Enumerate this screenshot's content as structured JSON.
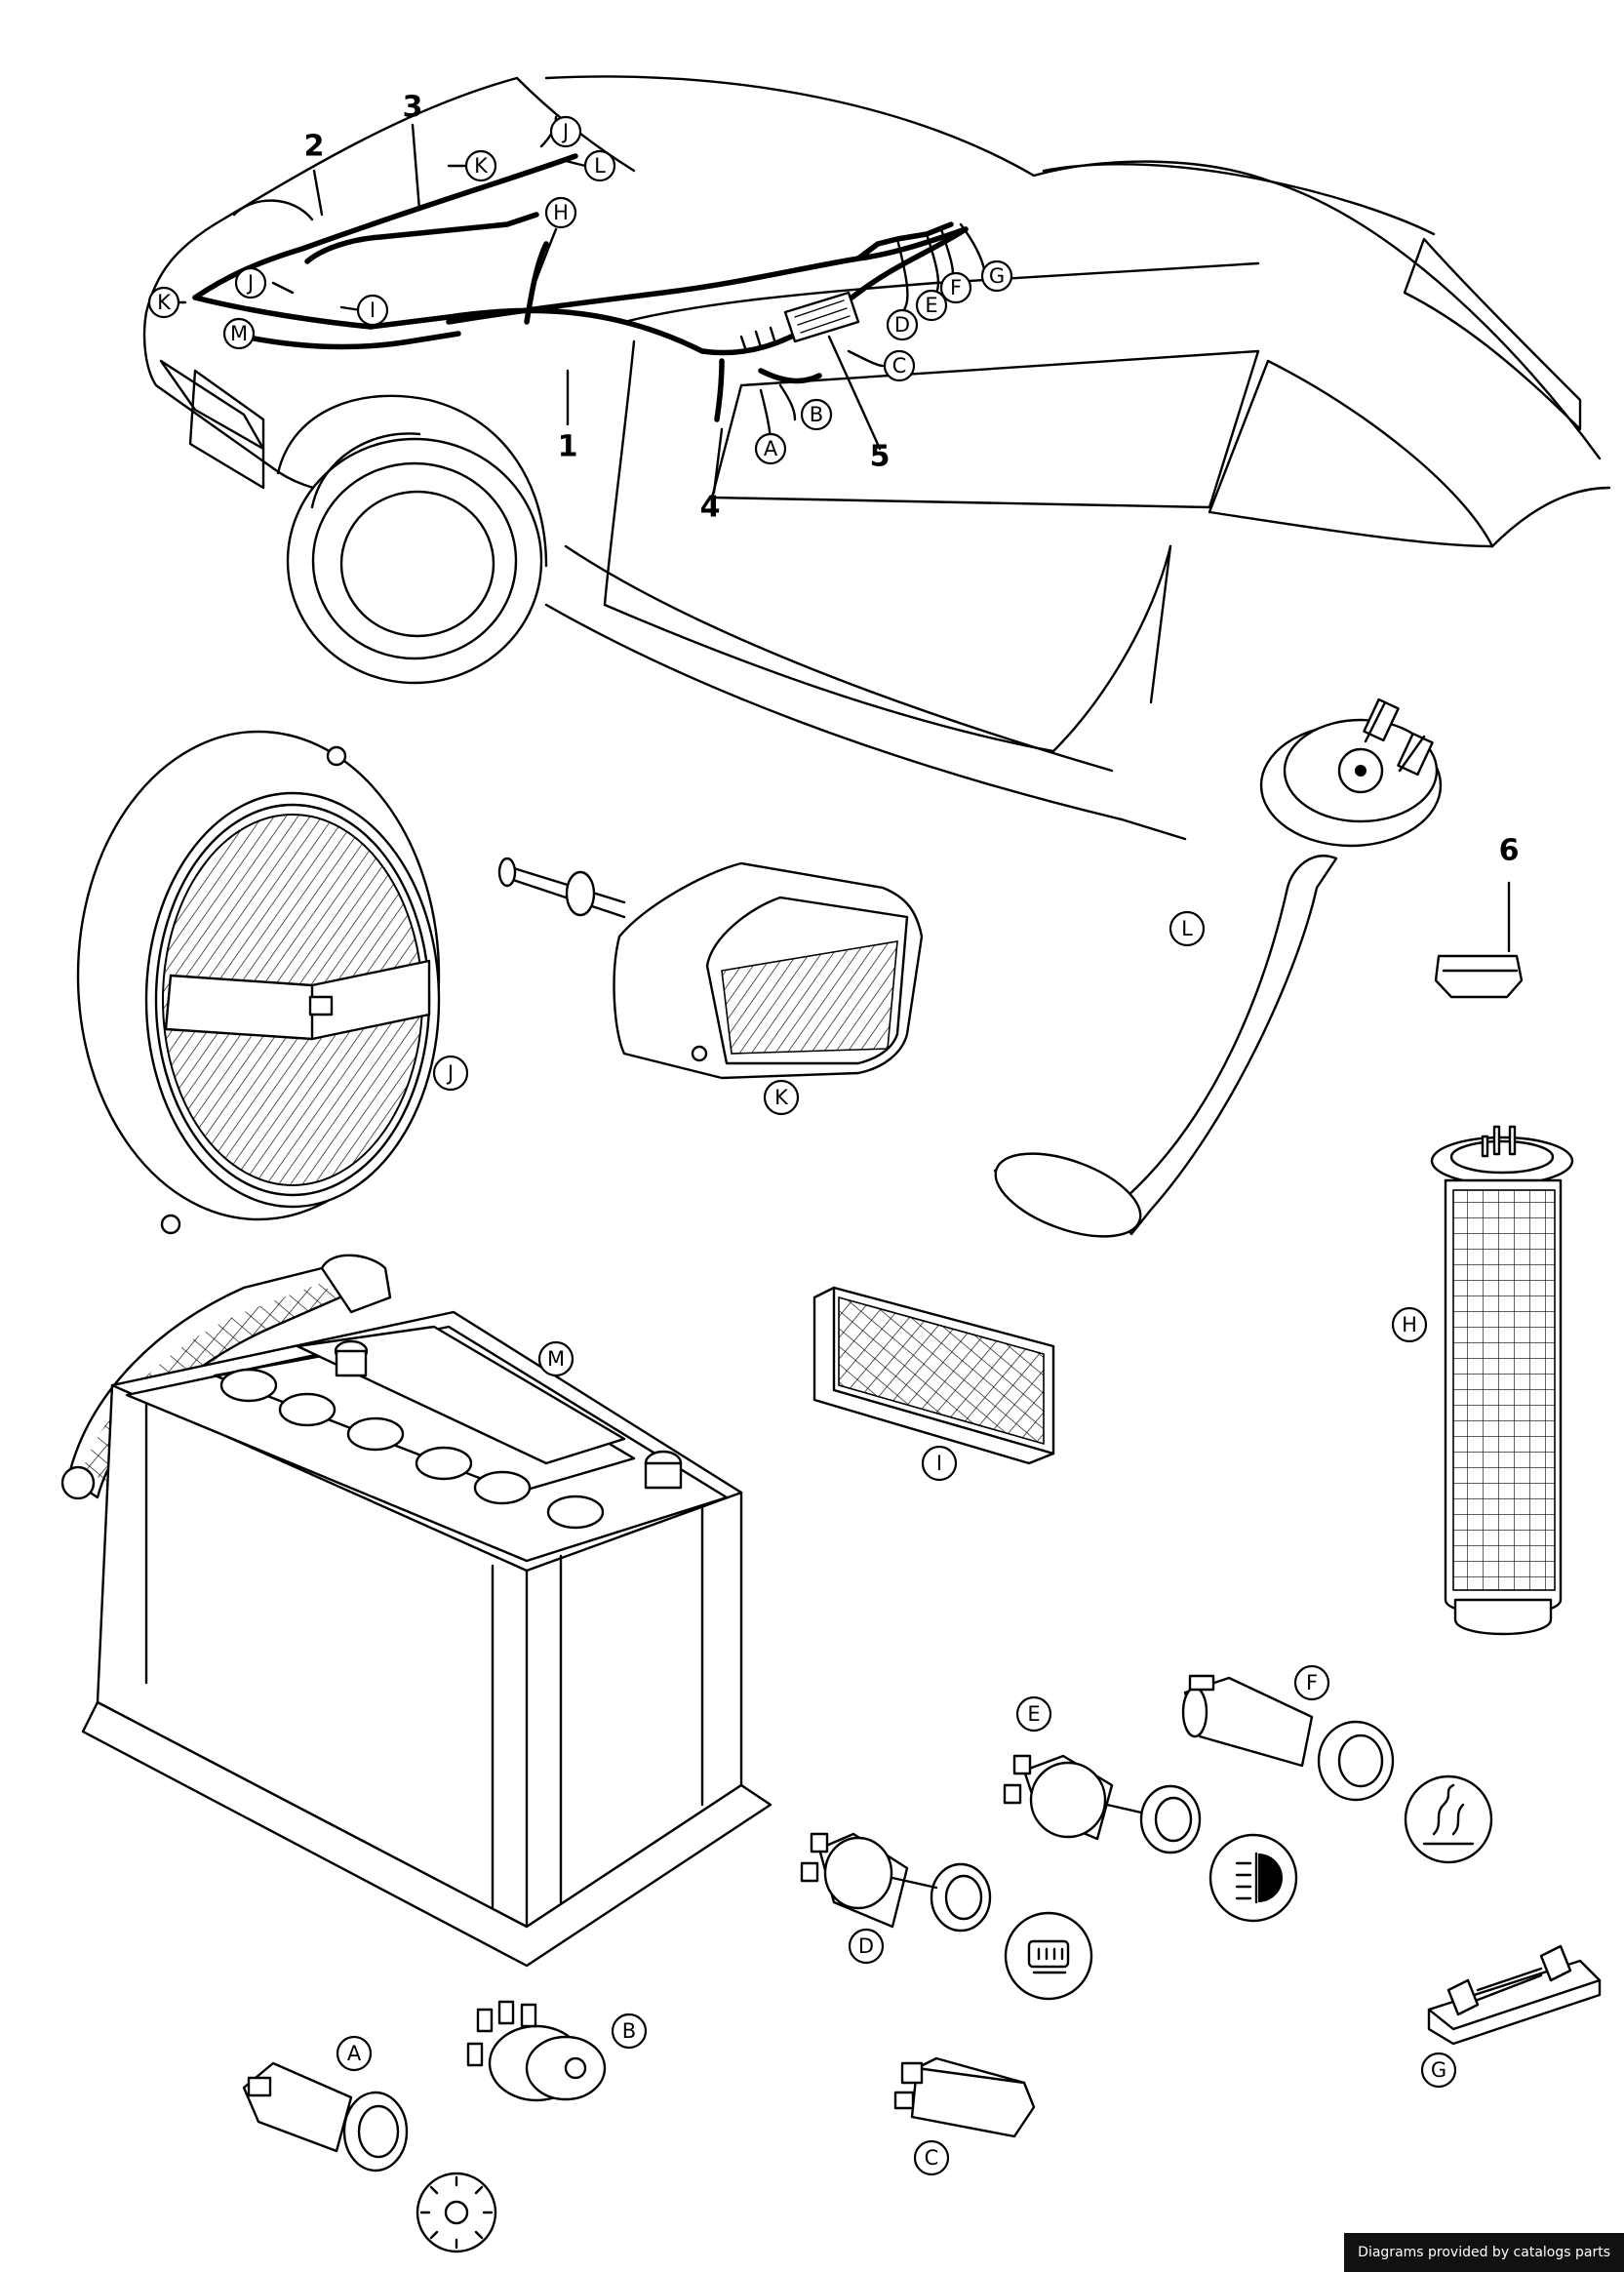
{
  "diagram": {
    "part_numbers": [
      "1",
      "2",
      "3",
      "4",
      "5",
      "6"
    ],
    "harness_callouts": [
      "K",
      "J",
      "L",
      "H",
      "J",
      "I",
      "K",
      "M",
      "D",
      "E",
      "F",
      "G",
      "C",
      "B",
      "A"
    ],
    "component_callouts": {
      "headlight": "J",
      "fog_light": "K",
      "horn": "L",
      "fuel_sender": "H",
      "fuse_box": "I",
      "battery": "M",
      "switch_a": "A",
      "switch_b": "B",
      "switch_c": "C",
      "switch_d": "D",
      "switch_e": "E",
      "switch_f": "F",
      "light_g": "G"
    }
  },
  "footer": {
    "credit": "Diagrams provided by catalogs parts"
  }
}
